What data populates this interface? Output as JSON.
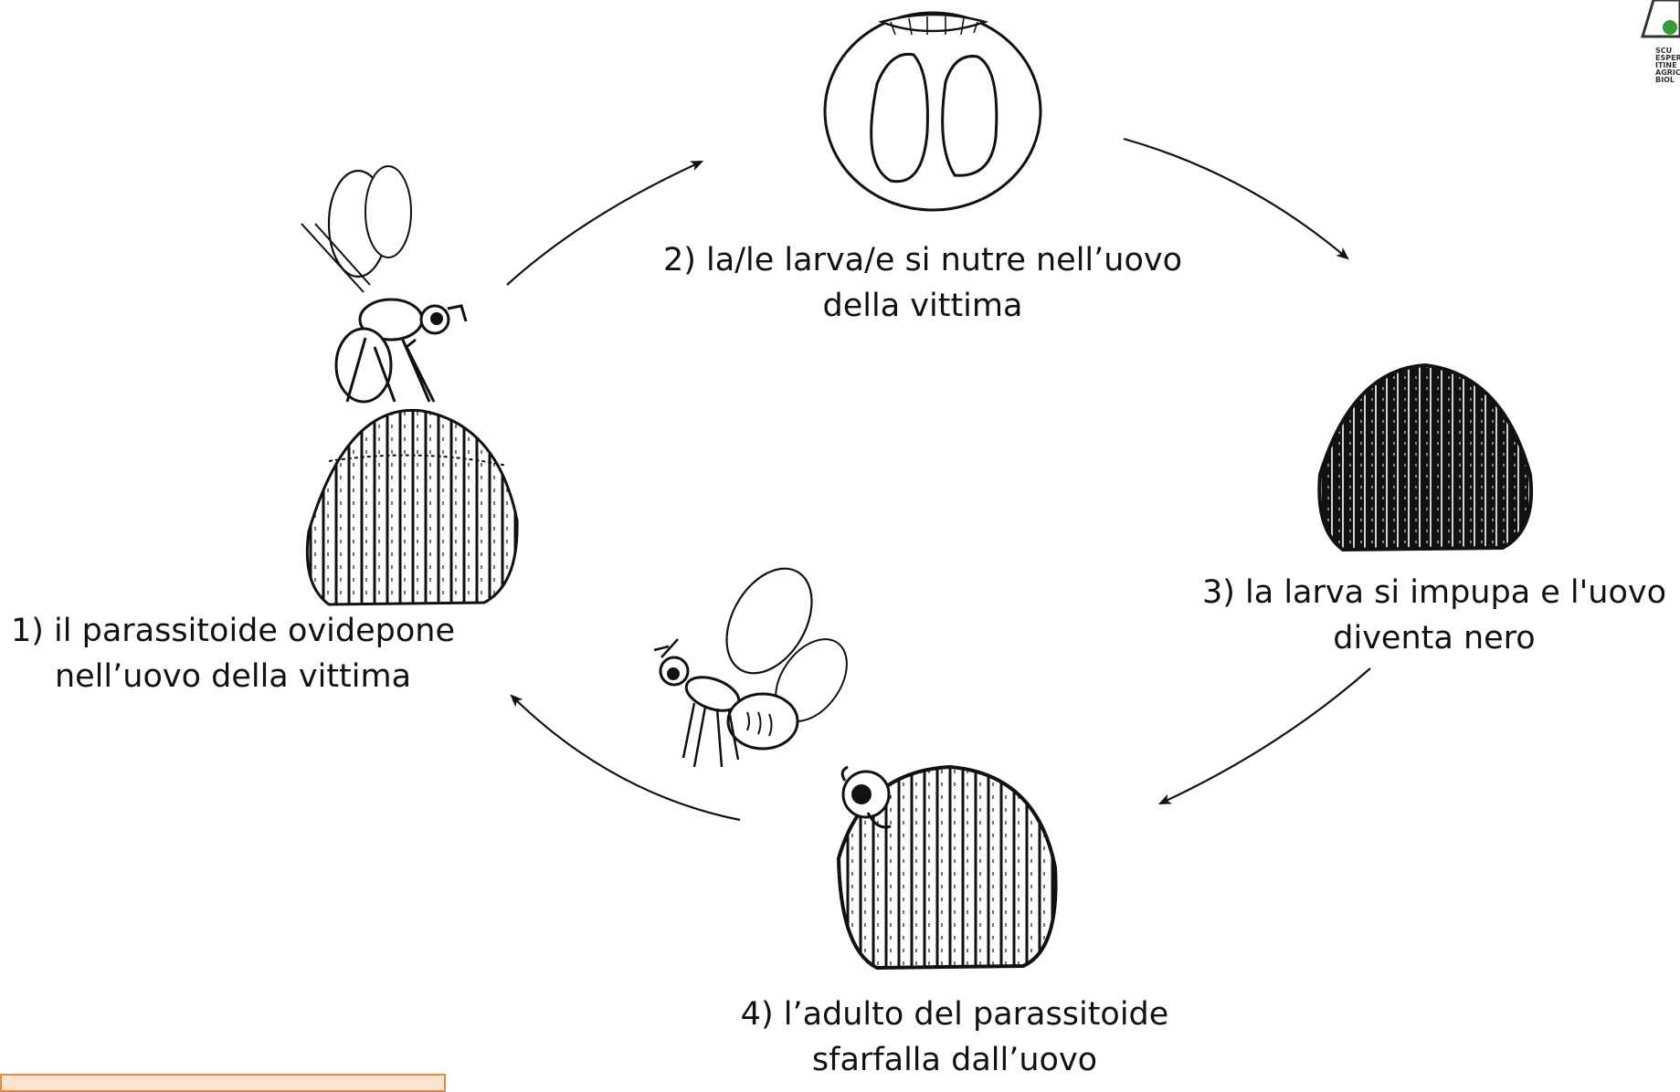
{
  "steps": [
    {
      "line1": "1) il parassitoide ovidepone",
      "line2": "nell’uovo della vittima"
    },
    {
      "line1": "2) la/le larva/e si nutre nell’uovo",
      "line2": "della vittima"
    },
    {
      "line1": "3) la larva si impupa e l'uovo",
      "line2": "diventa nero"
    },
    {
      "line1": "4) l’adulto del parassitoide",
      "line2": "sfarfalla dall’uovo"
    }
  ],
  "logo": {
    "line1": "SCU",
    "line2": "ESPERI",
    "line3": "ITINE",
    "line4": "AGRIC",
    "line5": "BIOL"
  },
  "colors": {
    "ink": "#111111",
    "logo_green": "#3a9a3a",
    "note_border": "#e38a45",
    "note_fill": "#fbe3cf"
  }
}
